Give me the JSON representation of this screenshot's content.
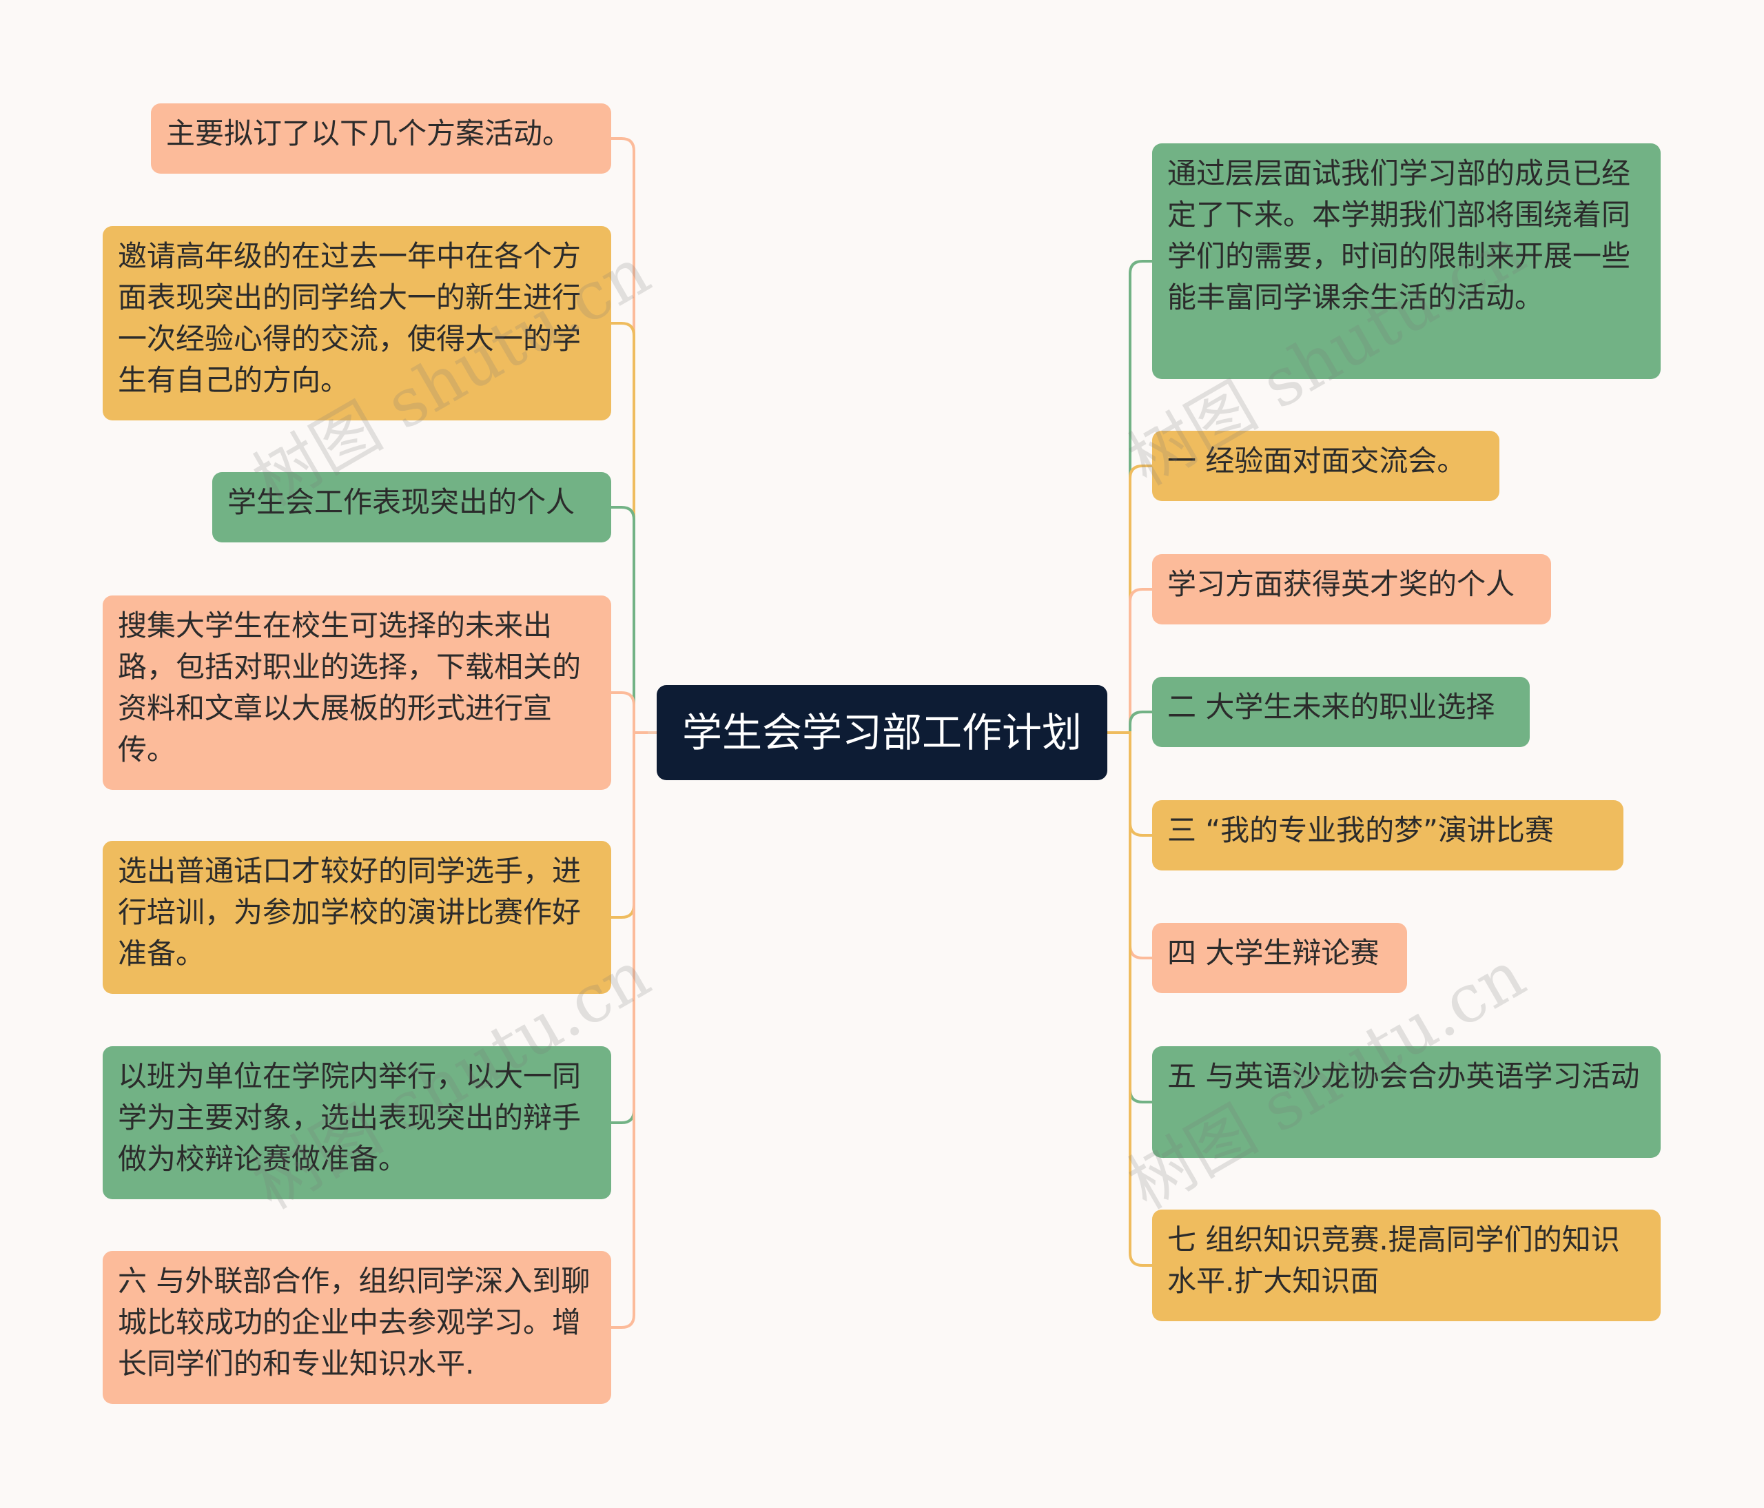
{
  "diagram": {
    "type": "mind-map",
    "center": {
      "label": "学生会学习部工作计划"
    },
    "left_nodes": [
      {
        "label": "主要拟订了以下几个方案活动。",
        "color": "peach"
      },
      {
        "label": "邀请高年级的在过去一年中在各个方面表现突出的同学给大一的新生进行一次经验心得的交流，使得大一的学生有自己的方向。",
        "color": "yellow"
      },
      {
        "label": "学生会工作表现突出的个人",
        "color": "green"
      },
      {
        "label": "搜集大学生在校生可选择的未来出路，包括对职业的选择，下载相关的资料和文章以大展板的形式进行宣传。",
        "color": "peach"
      },
      {
        "label": "选出普通话口才较好的同学选手，进行培训，为参加学校的演讲比赛作好准备。",
        "color": "yellow"
      },
      {
        "label": "以班为单位在学院内举行，以大一同学为主要对象，选出表现突出的辩手做为校辩论赛做准备。",
        "color": "green"
      },
      {
        "label": "六 与外联部合作，组织同学深入到聊城比较成功的企业中去参观学习。增长同学们的和专业知识水平.",
        "color": "peach"
      }
    ],
    "right_nodes": [
      {
        "label": "通过层层面试我们学习部的成员已经定了下来。本学期我们部将围绕着同学们的需要，时间的限制来开展一些能丰富同学课余生活的活动。",
        "color": "green"
      },
      {
        "label": "一 经验面对面交流会。",
        "color": "yellow"
      },
      {
        "label": "学习方面获得英才奖的个人",
        "color": "peach"
      },
      {
        "label": "二 大学生未来的职业选择",
        "color": "green"
      },
      {
        "label": "三 “我的专业我的梦”演讲比赛",
        "color": "yellow"
      },
      {
        "label": "四 大学生辩论赛",
        "color": "peach"
      },
      {
        "label": "五 与英语沙龙协会合办英语学习活动",
        "color": "green"
      },
      {
        "label": "七 组织知识竞赛.提高同学们的知识水平.扩大知识面",
        "color": "yellow"
      }
    ]
  },
  "colors": {
    "peach": "#fcbb9a",
    "yellow": "#efbc5e",
    "green": "#72b285",
    "center": "#0d1c34",
    "background": "#fcf9f7"
  },
  "watermark": {
    "text": "树图 shutu.cn"
  }
}
